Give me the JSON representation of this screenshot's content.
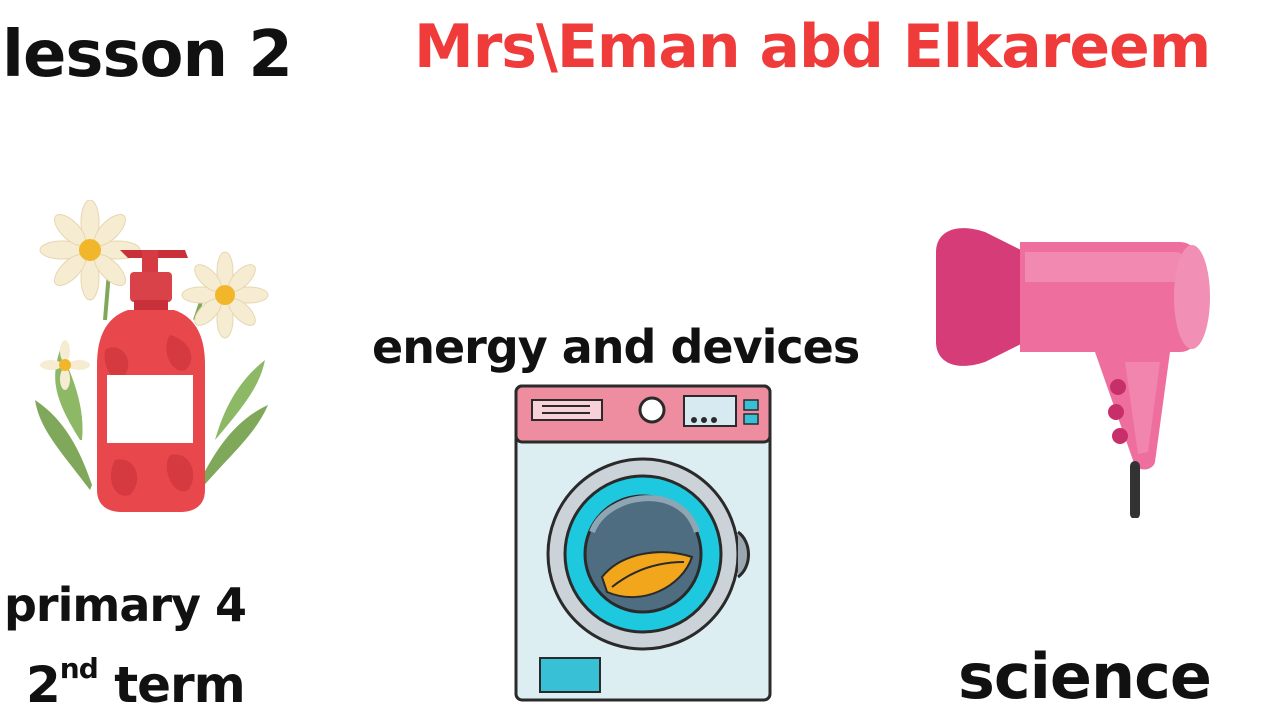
{
  "header": {
    "lesson": "lesson 2",
    "teacher": "Mrs\\Eman abd Elkareem"
  },
  "center": {
    "topic": "energy and devices"
  },
  "footer": {
    "grade": "primary 4",
    "term_number": "2",
    "term_suffix": "nd",
    "term_word": " term",
    "subject": "science"
  },
  "colors": {
    "teacher_text": "#f03b3b",
    "text": "#111111",
    "bottle": "#e8484c",
    "washer_panel": "#ee8da0",
    "washer_door": "#1ec8de",
    "dryer": "#ee6f9e"
  },
  "icons": {
    "bottle": "soap-bottle-with-flowers",
    "washer": "washing-machine",
    "dryer": "hair-dryer"
  }
}
